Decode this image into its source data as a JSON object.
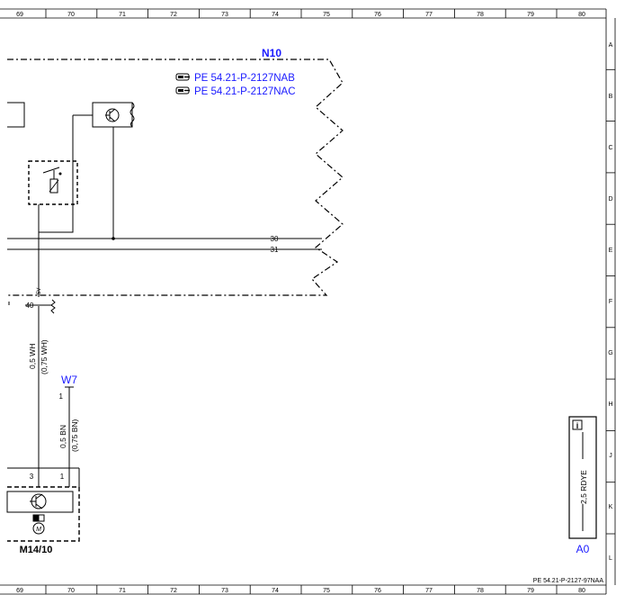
{
  "grid": {
    "columns": [
      "69",
      "70",
      "71",
      "72",
      "73",
      "74",
      "75",
      "76",
      "77",
      "78",
      "79",
      "80"
    ],
    "rows": [
      "A",
      "B",
      "C",
      "D",
      "E",
      "F",
      "G",
      "H",
      "J",
      "K",
      "L"
    ]
  },
  "components": {
    "n10": "N10",
    "w7": "W7",
    "m14_10": "M14/10",
    "a0": "A0"
  },
  "references": [
    "PE 54.21-P-2127NAB",
    "PE 54.21-P-2127NAC"
  ],
  "pins": {
    "bus_30": "30",
    "bus_31": "31",
    "pin_40": "40",
    "pin_5v": "5V",
    "pin_3": "3",
    "pin_1": "1",
    "w7_pin": "1"
  },
  "wires": {
    "wh": "0,5 WH",
    "wh_alt": "(0,75 WH)",
    "bn": "0,5 BN",
    "bn_alt": "(0,75 BN)",
    "rdye": "2,5 RDYE"
  },
  "footer": {
    "doc_id": "PE 54.21-P-2127-97NAA"
  },
  "colors": {
    "reference_text": "#1a1aff",
    "line": "#000000"
  },
  "icons": {
    "reference": "pointing-hand-icon",
    "info": "info-icon"
  }
}
